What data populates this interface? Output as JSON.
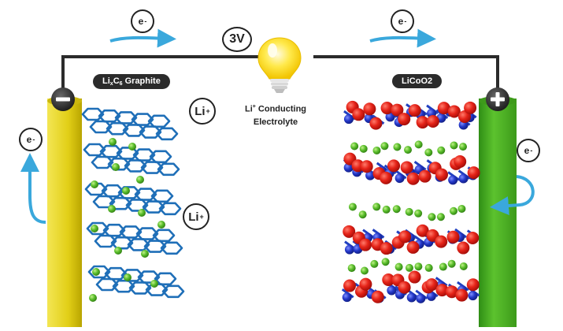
{
  "voltage_label": "3V",
  "anode": {
    "label_li": "Li",
    "label_x": "x",
    "label_c": "C",
    "label_6": "6",
    "label_rest": " Graphite",
    "terminal": "minus-sign"
  },
  "cathode": {
    "label": "LiCoO2",
    "terminal": "plus-sign"
  },
  "electrolyte": {
    "line1_li": "Li",
    "line1_sup": "+",
    "line1_rest": " Conducting",
    "line2": "Electrolyte"
  },
  "electron_label": "e",
  "electron_sup": "-",
  "ion_label": "Li",
  "ion_sup": "+",
  "colors": {
    "anode_bar": "#e6d41c",
    "cathode_bar": "#4fae22",
    "graphite": "#1f6fb8",
    "lithium": "#4caf2a",
    "oxygen": "#e02020",
    "cobalt": "#2040c0",
    "electron_arrow": "#3aa8dc",
    "wire": "#2b2b2b"
  },
  "icons": [
    "light-bulb-icon",
    "minus-icon",
    "plus-icon"
  ]
}
